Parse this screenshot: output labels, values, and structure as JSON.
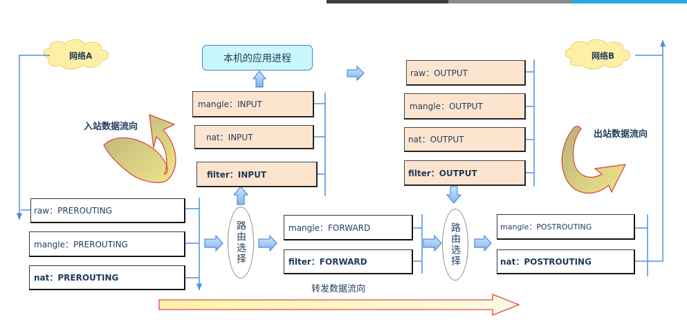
{
  "networks": {
    "a": "网络A",
    "b": "网络B"
  },
  "app_process": "本机的应用进程",
  "input_chain": {
    "mangle": "mangle：INPUT",
    "nat": "nat：INPUT",
    "filter": "filter：INPUT"
  },
  "output_chain": {
    "raw": "raw：OUTPUT",
    "mangle": "mangle：OUTPUT",
    "nat": "nat：OUTPUT",
    "filter": "filter：OUTPUT"
  },
  "prerouting_chain": {
    "raw": "raw：PREROUTING",
    "mangle": "mangle：PREROUTING",
    "nat": "nat：PREROUTING"
  },
  "forward_chain": {
    "mangle": "mangle：FORWARD",
    "filter": "filter：FORWARD"
  },
  "postrouting_chain": {
    "mangle": "mangle：POSTROUTING",
    "nat": "nat：POSTROUTING"
  },
  "routing_decision": "路由选择",
  "flows": {
    "inbound": "入站数据流向",
    "outbound": "出站数据流向",
    "forward": "转发数据流向"
  },
  "colors": {
    "line_blue": "#4a90e2",
    "box_peach": "#fde4cf",
    "cloud_fill": "#fdf0a6",
    "curved_arrow_fill": "#e8e18a",
    "forward_arrow_fill": "#fbf5c0",
    "arrow_outline_red": "#d94b3f"
  }
}
